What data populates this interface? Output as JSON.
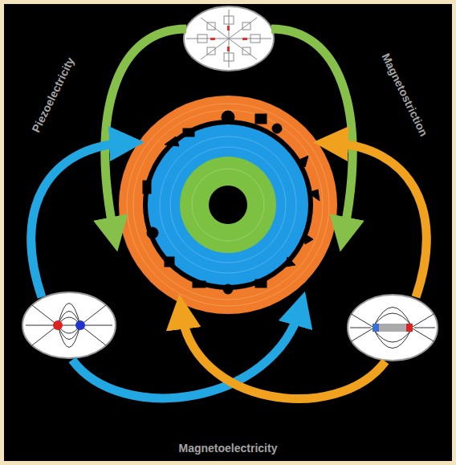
{
  "diagram": {
    "labels": [
      "Piezoelectricity",
      "Magnetostriction",
      "Magnetoelectricity"
    ]
  }
}
